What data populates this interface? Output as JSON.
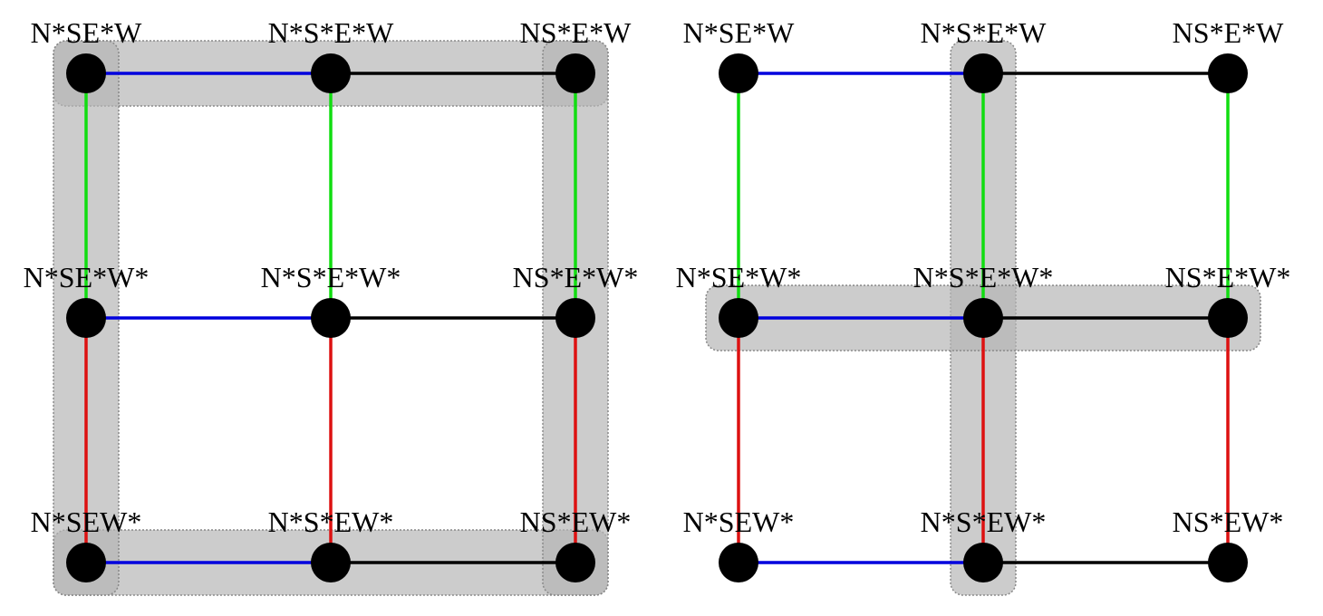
{
  "colors": {
    "highlight_fill": "#b4b4b4",
    "highlight_stroke": "#888888",
    "node": "#000000",
    "edge_blue": "#0000dd",
    "edge_black": "#000000",
    "edge_green": "#11dd11",
    "edge_red": "#dd1111",
    "background": "#ffffff"
  },
  "panels": [
    {
      "id": "left",
      "nodes": [
        {
          "id": "tl",
          "label": "N*SE*W"
        },
        {
          "id": "tm",
          "label": "N*S*E*W"
        },
        {
          "id": "tr",
          "label": "NS*E*W"
        },
        {
          "id": "ml",
          "label": "N*SE*W*"
        },
        {
          "id": "mm",
          "label": "N*S*E*W*"
        },
        {
          "id": "mr",
          "label": "NS*E*W*"
        },
        {
          "id": "bl",
          "label": "N*SEW*"
        },
        {
          "id": "bm",
          "label": "N*S*EW*"
        },
        {
          "id": "br",
          "label": "NS*EW*"
        }
      ],
      "edges": [
        {
          "from": "tl",
          "to": "tm",
          "color": "blue"
        },
        {
          "from": "tm",
          "to": "tr",
          "color": "black"
        },
        {
          "from": "ml",
          "to": "mm",
          "color": "blue"
        },
        {
          "from": "mm",
          "to": "mr",
          "color": "black"
        },
        {
          "from": "bl",
          "to": "bm",
          "color": "blue"
        },
        {
          "from": "bm",
          "to": "br",
          "color": "black"
        },
        {
          "from": "tl",
          "to": "ml",
          "color": "green"
        },
        {
          "from": "tm",
          "to": "mm",
          "color": "green"
        },
        {
          "from": "tr",
          "to": "mr",
          "color": "green"
        },
        {
          "from": "ml",
          "to": "bl",
          "color": "red"
        },
        {
          "from": "mm",
          "to": "bm",
          "color": "red"
        },
        {
          "from": "mr",
          "to": "br",
          "color": "red"
        }
      ],
      "highlights": [
        {
          "name": "top-row",
          "from": "tl",
          "to": "tr"
        },
        {
          "name": "bottom-row",
          "from": "bl",
          "to": "br"
        },
        {
          "name": "left-column",
          "from": "tl",
          "to": "bl"
        },
        {
          "name": "right-column",
          "from": "tr",
          "to": "br"
        }
      ]
    },
    {
      "id": "right",
      "nodes": [
        {
          "id": "tl",
          "label": "N*SE*W"
        },
        {
          "id": "tm",
          "label": "N*S*E*W"
        },
        {
          "id": "tr",
          "label": "NS*E*W"
        },
        {
          "id": "ml",
          "label": "N*SE*W*"
        },
        {
          "id": "mm",
          "label": "N*S*E*W*"
        },
        {
          "id": "mr",
          "label": "NS*E*W*"
        },
        {
          "id": "bl",
          "label": "N*SEW*"
        },
        {
          "id": "bm",
          "label": "N*S*EW*"
        },
        {
          "id": "br",
          "label": "NS*EW*"
        }
      ],
      "edges": [
        {
          "from": "tl",
          "to": "tm",
          "color": "blue"
        },
        {
          "from": "tm",
          "to": "tr",
          "color": "black"
        },
        {
          "from": "ml",
          "to": "mm",
          "color": "blue"
        },
        {
          "from": "mm",
          "to": "mr",
          "color": "black"
        },
        {
          "from": "bl",
          "to": "bm",
          "color": "blue"
        },
        {
          "from": "bm",
          "to": "br",
          "color": "black"
        },
        {
          "from": "tl",
          "to": "ml",
          "color": "green"
        },
        {
          "from": "tm",
          "to": "mm",
          "color": "green"
        },
        {
          "from": "tr",
          "to": "mr",
          "color": "green"
        },
        {
          "from": "ml",
          "to": "bl",
          "color": "red"
        },
        {
          "from": "mm",
          "to": "bm",
          "color": "red"
        },
        {
          "from": "mr",
          "to": "br",
          "color": "red"
        }
      ],
      "highlights": [
        {
          "name": "middle-column",
          "from": "tm",
          "to": "bm"
        },
        {
          "name": "middle-row",
          "from": "ml",
          "to": "mr"
        }
      ]
    }
  ]
}
